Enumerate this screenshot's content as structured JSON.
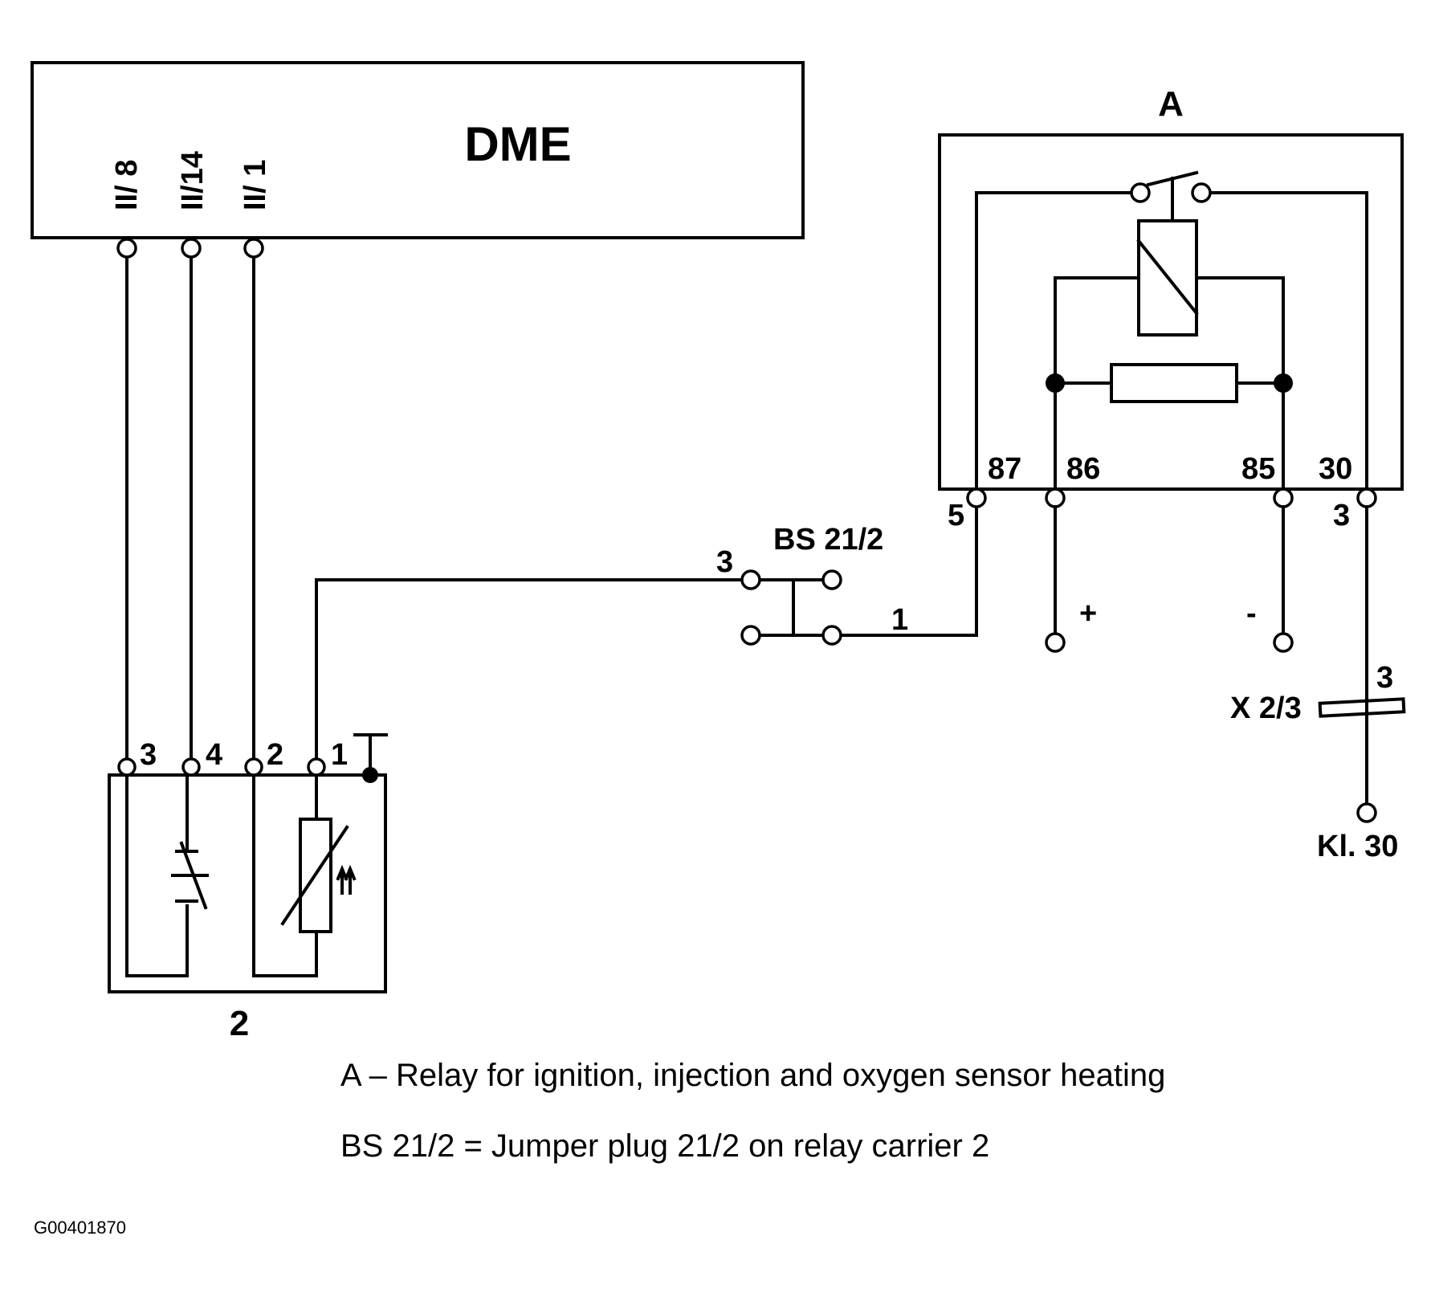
{
  "dme": {
    "title": "DME",
    "pins": [
      "II/ 8",
      "II/14",
      "II/ 1"
    ]
  },
  "relay": {
    "title": "A",
    "terminals": [
      "87",
      "86",
      "85",
      "30"
    ],
    "pin_87": "5",
    "pin_30": "3",
    "plus": "+",
    "minus": "-"
  },
  "jumper": {
    "title": "BS 21/2",
    "pin_in": "3",
    "pin_out": "1"
  },
  "connector": {
    "title": "X 2/3",
    "pin": "3",
    "terminal": "Kl. 30"
  },
  "sensor": {
    "title": "2",
    "pins": [
      "3",
      "4",
      "2",
      "1"
    ]
  },
  "legend": {
    "line1": "A – Relay for ignition, injection and oxygen sensor heating",
    "line2": "BS 21/2 = Jumper plug 21/2 on relay carrier 2"
  },
  "figure_code": "G00401870"
}
